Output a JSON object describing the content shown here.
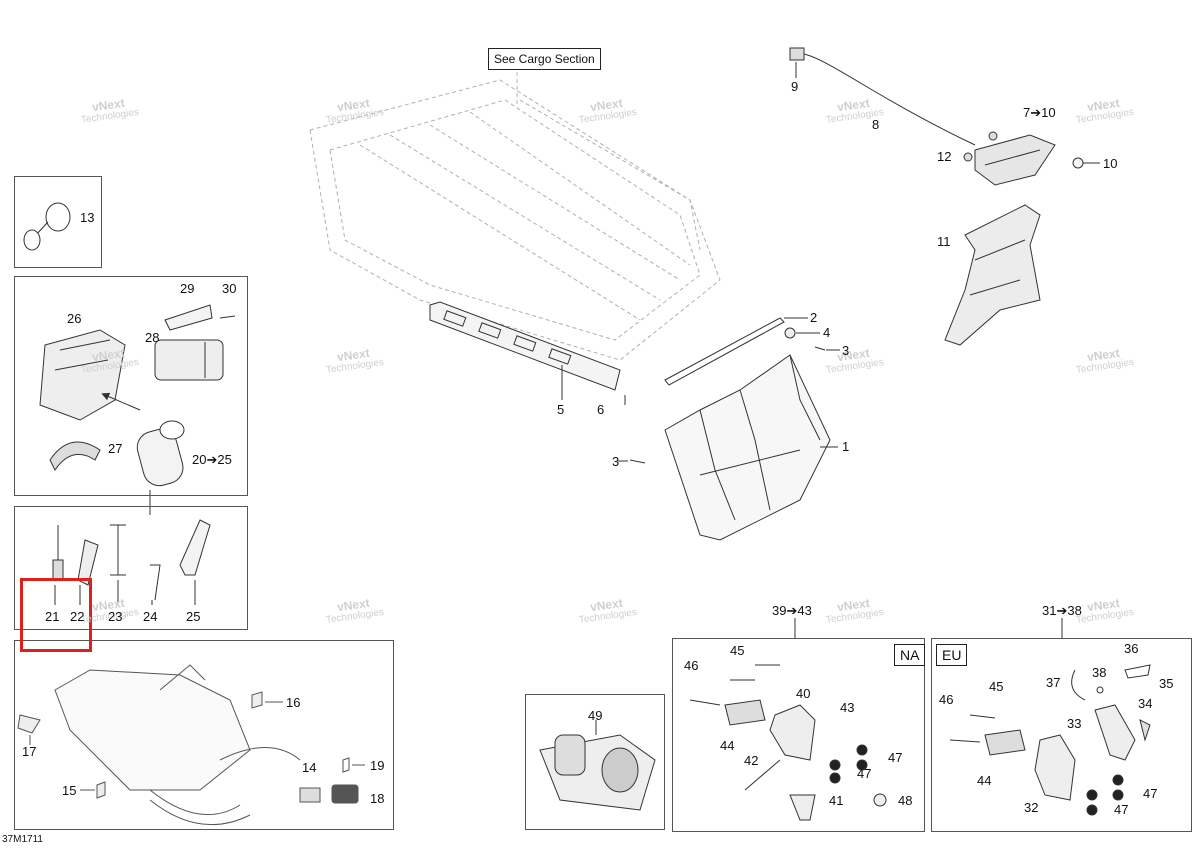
{
  "diagram": {
    "document_code": "37M1711",
    "see_note": "See Cargo Section",
    "region_tags": {
      "na": "NA",
      "eu": "EU"
    },
    "watermark": {
      "line1": "vNext",
      "line2": "Technologies"
    },
    "highlight_color": "#e01f1f",
    "callouts": {
      "c1": "1",
      "c2": "2",
      "c3a": "3",
      "c3b": "3",
      "c4": "4",
      "c5": "5",
      "c6": "6",
      "c7_10": "7➔10",
      "c8": "8",
      "c9": "9",
      "c10": "10",
      "c11": "11",
      "c12": "12",
      "c13": "13",
      "c14": "14",
      "c15": "15",
      "c16": "16",
      "c17": "17",
      "c18": "18",
      "c19": "19",
      "c20_25": "20➔25",
      "c21": "21",
      "c22": "22",
      "c23": "23",
      "c24": "24",
      "c25": "25",
      "c26": "26",
      "c27": "27",
      "c28": "28",
      "c29": "29",
      "c30": "30",
      "c31_38": "31➔38",
      "c32": "32",
      "c33": "33",
      "c34": "34",
      "c35": "35",
      "c36": "36",
      "c37": "37",
      "c38": "38",
      "c39_43": "39➔43",
      "c40": "40",
      "c41": "41",
      "c42": "42",
      "c43": "43",
      "c44a": "44",
      "c44b": "44",
      "c45a": "45",
      "c45b": "45",
      "c46a": "46",
      "c46b": "46",
      "c47a": "47",
      "c47b": "47",
      "c47c": "47",
      "c47d": "47",
      "c48": "48",
      "c49": "49"
    }
  }
}
